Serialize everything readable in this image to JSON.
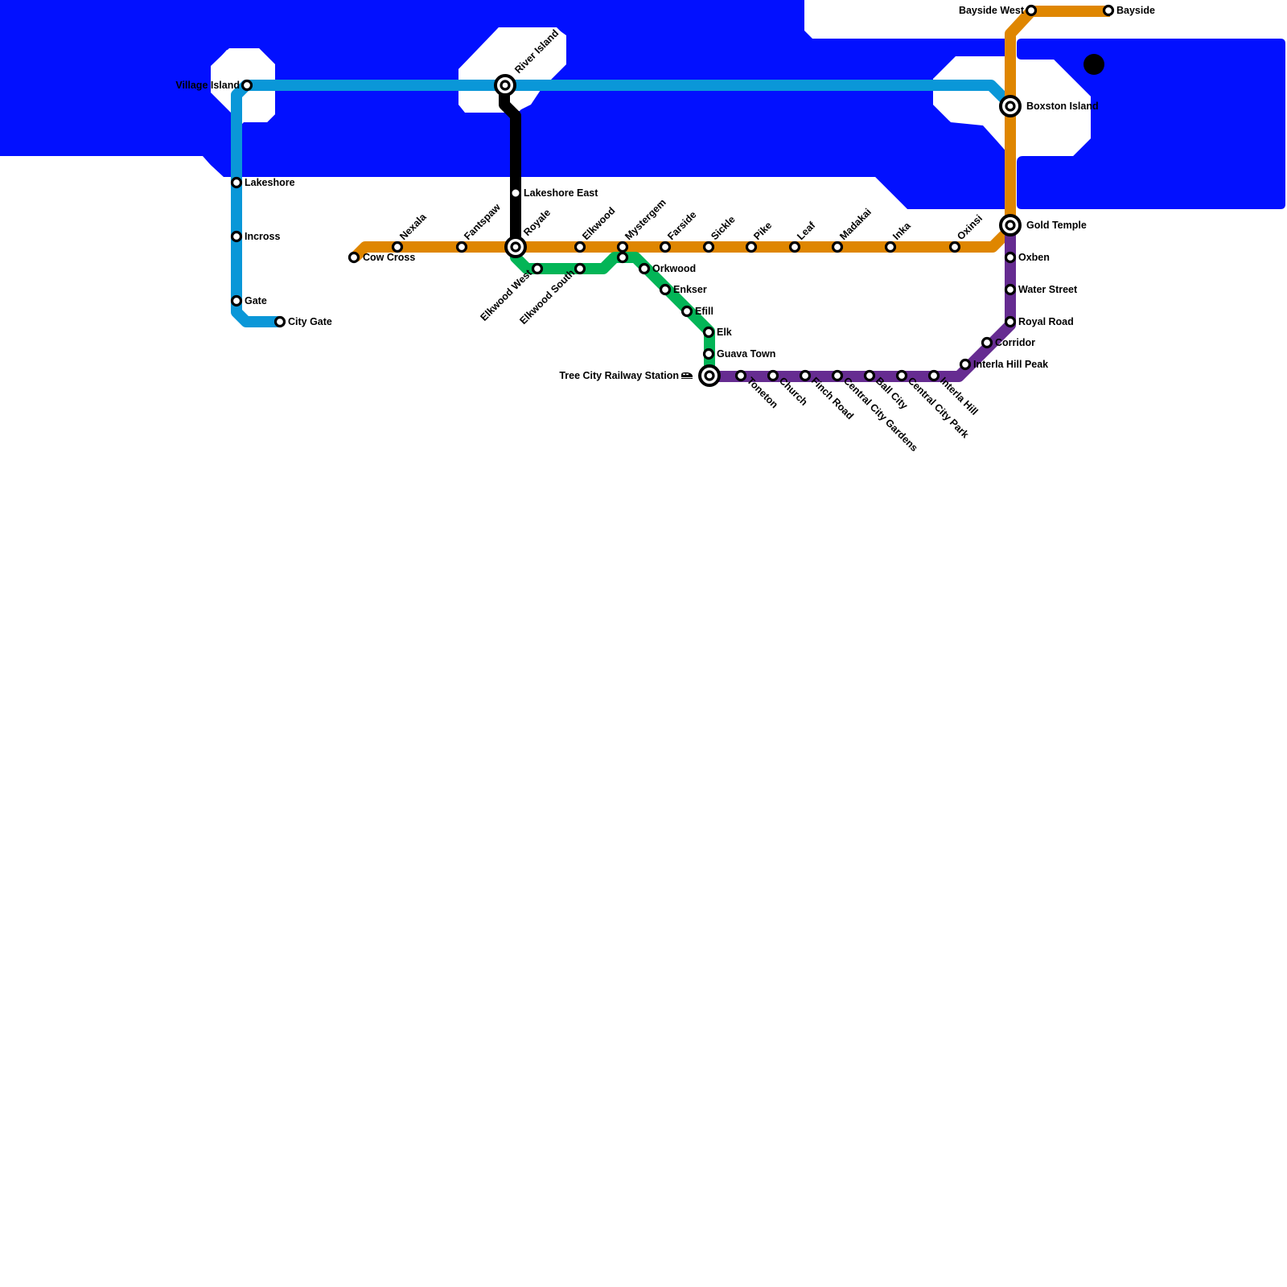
{
  "map": {
    "colors": {
      "water": "#0210ff",
      "land": "#ffffff",
      "blue_line": "#0a97d8",
      "orange_line": "#df8600",
      "green_line": "#03b557",
      "purple_line": "#662c91",
      "black_line": "#000000"
    },
    "lines": [
      {
        "name": "blue",
        "color": "#0a97d8",
        "stations": [
          "City Gate",
          "Gate",
          "Incross",
          "Lakeshore",
          "Village Island",
          "River Island",
          "Boxston Island"
        ]
      },
      {
        "name": "black",
        "color": "#000000",
        "stations": [
          "River Island",
          "Lakeshore East",
          "Royale"
        ]
      },
      {
        "name": "orange",
        "color": "#df8600",
        "stations": [
          "Cow Cross",
          "Nexala",
          "Fantspaw",
          "Royale",
          "Elkwood",
          "Mystergem",
          "Farside",
          "Sickle",
          "Pike",
          "Leaf",
          "Madakai",
          "Inka",
          "Oxinsi",
          "Gold Temple",
          "Boxston Island",
          "Bayside West",
          "Bayside"
        ]
      },
      {
        "name": "green",
        "color": "#03b557",
        "stations": [
          "Royale",
          "Elkwood West",
          "Elkwood South",
          "Mystergem",
          "Orkwood",
          "Enkser",
          "Efill",
          "Elk",
          "Guava Town",
          "Tree City Railway Station"
        ]
      },
      {
        "name": "purple",
        "color": "#662c91",
        "stations": [
          "Tree City Railway Station",
          "Toneton",
          "Church",
          "Finch Road",
          "Central City Gardens",
          "Ball City",
          "Central City Park",
          "Interla Hill",
          "Interla Hill Peak",
          "Corridor",
          "Royal Road",
          "Water Street",
          "Oxben",
          "Gold Temple"
        ]
      }
    ],
    "stations": {
      "village_island": "Village Island",
      "river_island": "River Island",
      "lakeshore": "Lakeshore",
      "incross": "Incross",
      "gate": "Gate",
      "city_gate": "City Gate",
      "lakeshore_east": "Lakeshore East",
      "cow_cross": "Cow Cross",
      "nexala": "Nexala",
      "fantspaw": "Fantspaw",
      "royale": "Royale",
      "elkwood": "Elkwood",
      "mystergem": "Mystergem",
      "farside": "Farside",
      "sickle": "Sickle",
      "pike": "Pike",
      "leaf": "Leaf",
      "madakai": "Madakai",
      "inka": "Inka",
      "oxinsi": "Oxinsi",
      "gold_temple": "Gold Temple",
      "boxston_island": "Boxston Island",
      "bayside_west": "Bayside West",
      "bayside": "Bayside",
      "elkwood_west": "Elkwood West",
      "elkwood_south": "Elkwood South",
      "orkwood": "Orkwood",
      "enkser": "Enkser",
      "efill": "Efill",
      "elk": "Elk",
      "guava_town": "Guava Town",
      "tree_city": "Tree City Railway Station",
      "toneton": "Toneton",
      "church": "Church",
      "finch_road": "Finch Road",
      "central_city_gardens": "Central City Gardens",
      "ball_city": "Ball City",
      "central_city_park": "Central City Park",
      "interla_hill": "Interla Hill",
      "interla_hill_peak": "Interla Hill Peak",
      "corridor": "Corridor",
      "royal_road": "Royal Road",
      "water_street": "Water Street",
      "oxben": "Oxben"
    },
    "icons": {
      "train": "train-icon"
    }
  }
}
